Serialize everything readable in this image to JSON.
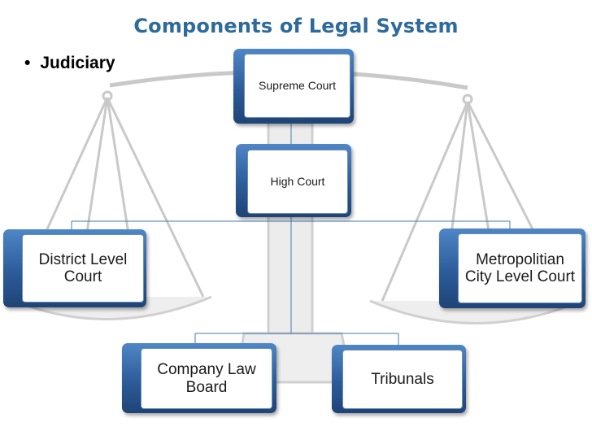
{
  "title": "Components of Legal System",
  "bullet": {
    "marker": "•",
    "text": "Judiciary"
  },
  "nodes": {
    "supreme": "Supreme Court",
    "high": "High Court",
    "district": "District Level Court",
    "metro": "Metropolitian City Level Court",
    "company": "Company Law Board",
    "tribunals": "Tribunals"
  },
  "colors": {
    "title": "#2e6a9c",
    "accent": "#2c5c9a",
    "connector": "#4a7bb0"
  }
}
